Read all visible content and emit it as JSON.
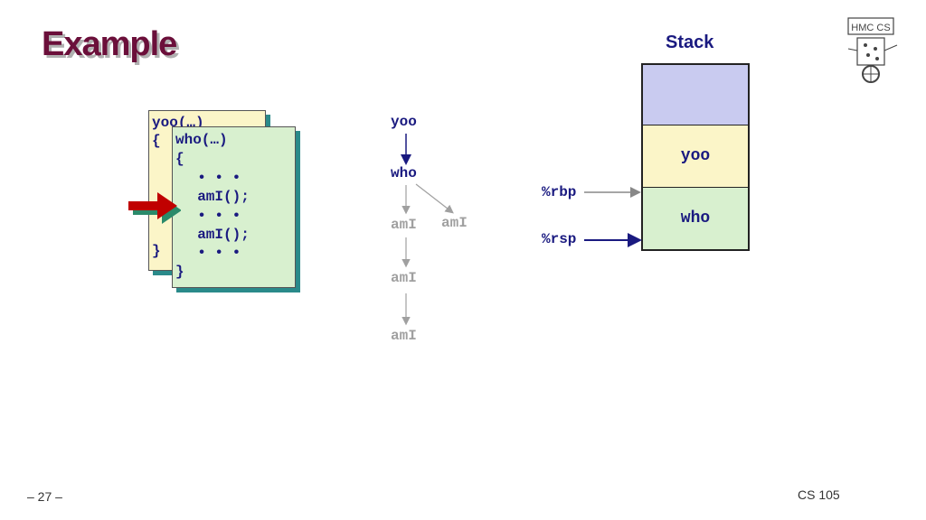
{
  "slide": {
    "title": "Example",
    "page_number": "– 27 –",
    "course": "CS 105",
    "logo_text": "HMC CS"
  },
  "code": {
    "yoo_lines": [
      "yoo(…)",
      "{",
      "",
      "",
      "",
      "",
      "}"
    ],
    "who_lines": [
      "who(…)",
      "{",
      "  • • •",
      "  amI();",
      "  • • •",
      "  amI();",
      "  • • •",
      "}"
    ]
  },
  "call_tree": {
    "nodes": [
      {
        "id": "yoo",
        "label": "yoo",
        "active": true
      },
      {
        "id": "who",
        "label": "who",
        "active": true
      },
      {
        "id": "ami1",
        "label": "amI",
        "active": false
      },
      {
        "id": "ami2",
        "label": "amI",
        "active": false
      },
      {
        "id": "ami3",
        "label": "amI",
        "active": false
      },
      {
        "id": "ami4",
        "label": "amI",
        "active": false
      }
    ]
  },
  "stack": {
    "title": "Stack",
    "frames": [
      "",
      "yoo",
      "who"
    ],
    "registers": {
      "rbp": "%rbp",
      "rsp": "%rsp"
    }
  },
  "colors": {
    "title": "#6b0f3a",
    "code_text": "#1a1a80",
    "active_tree": "#1a1a80",
    "inactive_tree": "#a0a0a0",
    "yoo_bg": "#fbf5c8",
    "who_bg": "#d8f0cf",
    "top_frame_bg": "#c9cbf0",
    "pointer_arrow": "#c00000"
  }
}
